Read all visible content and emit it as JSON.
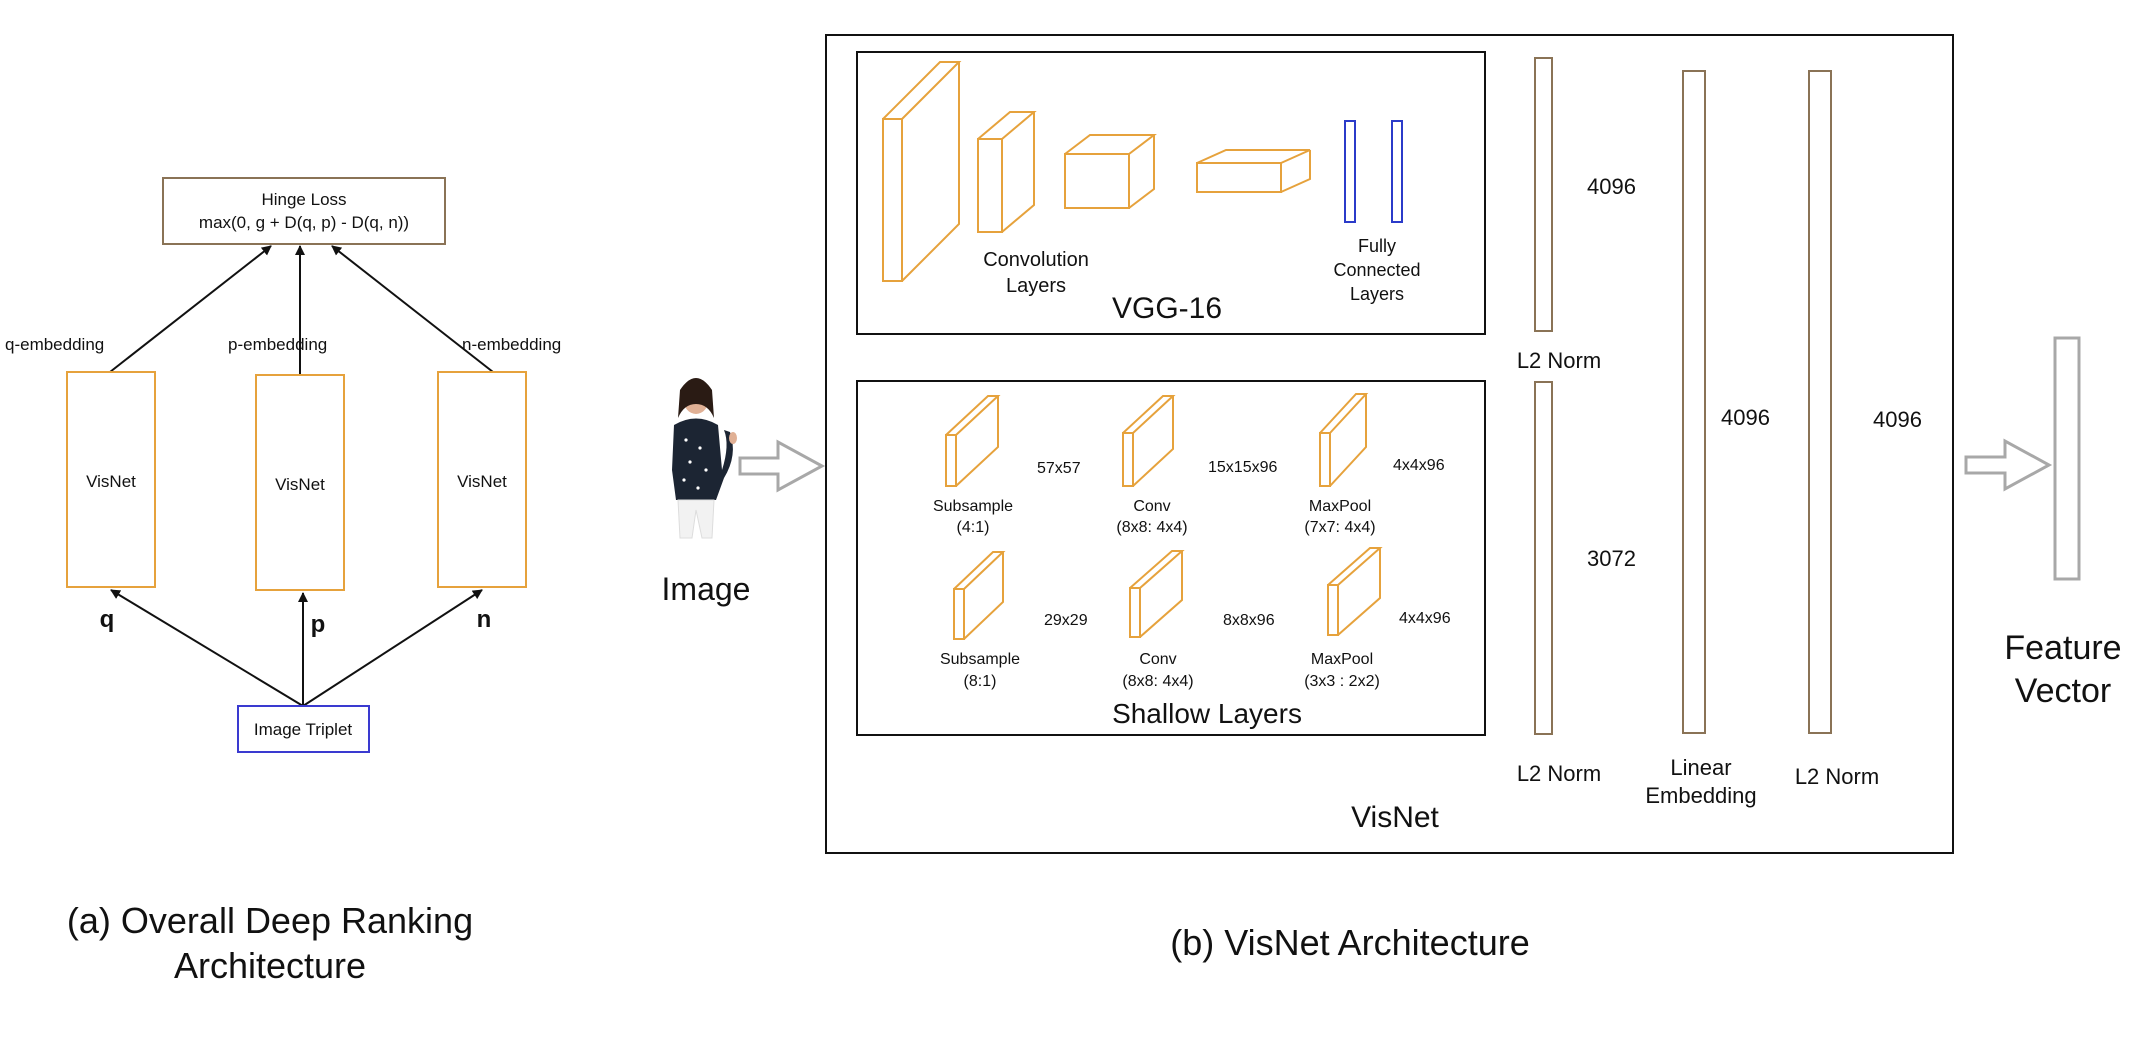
{
  "colors": {
    "layer_orange": "#e6a23c",
    "fc_blue": "#2b3bc9",
    "box_brown": "#8a7356",
    "arrow_gray": "#a8a8a8",
    "triplet_blue": "#3a3ad0"
  },
  "left": {
    "hinge_title": "Hinge Loss",
    "hinge_formula": "max(0, g + D(q, p) - D(q, n))",
    "q_embedding": "q-embedding",
    "p_embedding": "p-embedding",
    "n_embedding": "n-embedding",
    "visnet_q": "VisNet",
    "visnet_p": "VisNet",
    "visnet_n": "VisNet",
    "q": "q",
    "p": "p",
    "n": "n",
    "triplet": "Image Triplet",
    "caption_line1": "(a) Overall Deep Ranking",
    "caption_line2": "Architecture"
  },
  "right": {
    "image_label": "Image",
    "vgg_title": "VGG-16",
    "conv_layers_1": "Convolution",
    "conv_layers_2": "Layers",
    "fc_1": "Fully",
    "fc_2": "Connected",
    "fc_3": "Layers",
    "shallow_title": "Shallow Layers",
    "subsample1": "Subsample",
    "subsample1_p": "(4:1)",
    "subsample1_dim": "57x57",
    "conv1": "Conv",
    "conv1_p": "(8x8: 4x4)",
    "conv1_dim": "15x15x96",
    "maxpool1": "MaxPool",
    "maxpool1_p": "(7x7: 4x4)",
    "maxpool1_dim": "4x4x96",
    "subsample2": "Subsample",
    "subsample2_p": "(8:1)",
    "subsample2_dim": "29x29",
    "conv2": "Conv",
    "conv2_p": "(8x8: 4x4)",
    "conv2_dim": "8x8x96",
    "maxpool2": "MaxPool",
    "maxpool2_p": "(3x3 : 2x2)",
    "maxpool2_dim": "4x4x96",
    "dim_4096_a": "4096",
    "l2norm_top": "L2 Norm",
    "dim_3072": "3072",
    "l2norm_bottom": "L2 Norm",
    "dim_4096_b": "4096",
    "linear_1": "Linear",
    "linear_2": "Embedding",
    "dim_4096_c": "4096",
    "l2norm_final": "L2 Norm",
    "visnet_title": "VisNet",
    "feature_1": "Feature",
    "feature_2": "Vector",
    "caption": "(b) VisNet Architecture"
  }
}
